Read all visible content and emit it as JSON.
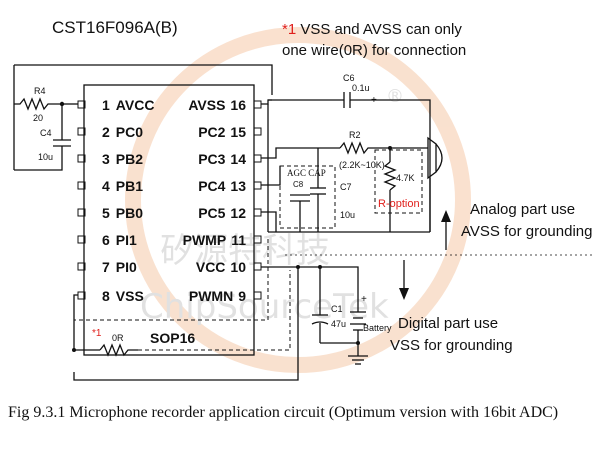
{
  "part_number": "CST16F096A(B)",
  "package": "SOP16",
  "colors": {
    "accent_red": "#e0201c",
    "wire": "#111111",
    "watermark_ring": "#f5c9a8",
    "watermark_text": "#c9c9c9"
  },
  "pins_left": [
    {
      "num": "1",
      "name": "AVCC"
    },
    {
      "num": "2",
      "name": "PC0"
    },
    {
      "num": "3",
      "name": "PB2"
    },
    {
      "num": "4",
      "name": "PB1"
    },
    {
      "num": "5",
      "name": "PB0"
    },
    {
      "num": "6",
      "name": "PI1"
    },
    {
      "num": "7",
      "name": "PI0"
    },
    {
      "num": "8",
      "name": "VSS"
    }
  ],
  "pins_right": [
    {
      "num": "16",
      "name": "AVSS"
    },
    {
      "num": "15",
      "name": "PC2"
    },
    {
      "num": "14",
      "name": "PC3"
    },
    {
      "num": "13",
      "name": "PC4"
    },
    {
      "num": "12",
      "name": "PC5"
    },
    {
      "num": "11",
      "name": "PWMP"
    },
    {
      "num": "10",
      "name": "VCC"
    },
    {
      "num": "9",
      "name": "PWMN"
    }
  ],
  "components": {
    "r4_name": "R4",
    "r4_value": "20",
    "c4_name": "C4",
    "c4_value": "10u",
    "c6_name": "C6",
    "c6_value": "0.1u",
    "c6_polarity": "+",
    "r2_name": "R2",
    "r2_value": "(2.2K~10K)",
    "r_opt_value": "4.7K",
    "r_opt_label": "R-option",
    "agc_label": "AGC CAP",
    "c8_name": "C8",
    "c7_name": "C7",
    "c7_value": "10u",
    "c1_name": "C1",
    "c1_value": "47u",
    "c1_polarity": "+",
    "battery_label": "Battery",
    "r0_name": "0R",
    "note_marker": "*1"
  },
  "annotations": {
    "note_marker": "*1",
    "note_line1": " VSS and AVSS can only",
    "note_line2": "one wire(0R) for connection",
    "analog_line1": "Analog part use",
    "analog_line2": "AVSS for grounding",
    "digital_line1": "Digital part use",
    "digital_line2": "VSS for grounding"
  },
  "caption": "Fig 9.3.1 Microphone recorder application circuit (Optimum version with 16bit ADC)",
  "watermark": {
    "cn": "矽源特科技",
    "en": "ChipSourceTek",
    "reg": "®"
  }
}
